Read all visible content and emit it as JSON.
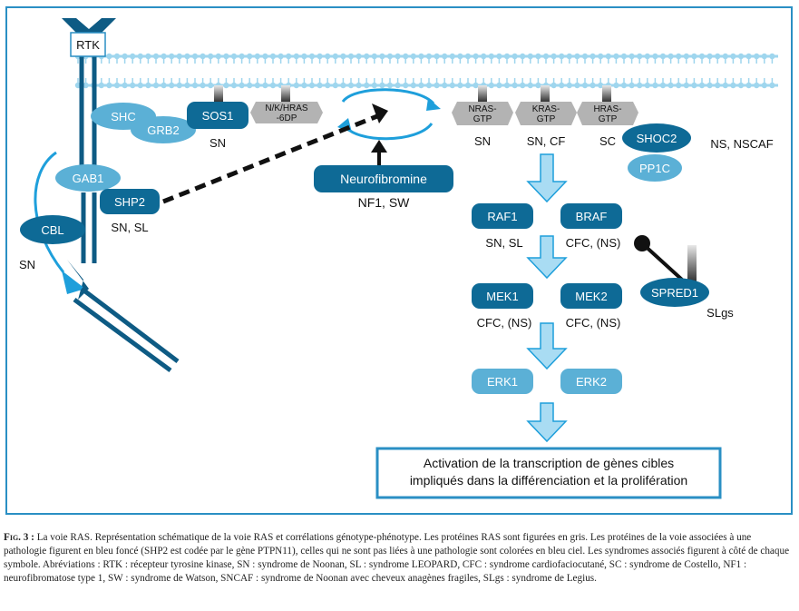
{
  "nodes": {
    "rtk": "RTK",
    "shc": "SHC",
    "grb2": "GRB2",
    "sos1": "SOS1",
    "nkh_ras_6dp": [
      "N/K/HRAS",
      "-6DP"
    ],
    "nras": [
      "NRAS-",
      "GTP"
    ],
    "kras": [
      "KRAS-",
      "GTP"
    ],
    "hras": [
      "HRAS-",
      "GTP"
    ],
    "shoc2": "SHOC2",
    "pp1c": "PP1C",
    "gab1": "GAB1",
    "shp2": "SHP2",
    "cbl": "CBL",
    "neurofibromine": "Neurofibromine",
    "raf1": "RAF1",
    "braf": "BRAF",
    "mek1": "MEK1",
    "mek2": "MEK2",
    "erk1": "ERK1",
    "erk2": "ERK2",
    "spred1": "SPRED1"
  },
  "syndromes": {
    "sos1": "SN",
    "nras": "SN",
    "kras": "SN, CF",
    "hras": "SC",
    "shoc2": "NS, NSCAF",
    "shp2": "SN, SL",
    "cbl": "SN",
    "neurofibromine": "NF1, SW",
    "raf1": "SN, SL",
    "braf": "CFC, (NS)",
    "mek1": "CFC, (NS)",
    "mek2": "CFC, (NS)",
    "spred1": "SLgs"
  },
  "output_box": [
    "Activation de la transcription de gènes cibles",
    "impliqués dans la différenciation et la prolifération"
  ],
  "caption": {
    "fig_label": "Fig. 3 :",
    "text": " La voie RAS. Représentation schématique de la voie RAS et corrélations génotype-phénotype. Les protéines RAS sont figurées en gris. Les protéines de la voie associées à une pathologie figurent en bleu foncé (SHP2 est codée par le gène PTPN11), celles qui ne sont pas liées à une pathologie sont colorées en bleu ciel. Les syndromes associés figurent à côté de chaque symbole. Abréviations : RTK : récepteur tyrosine kinase, SN : syndrome de Noonan, SL : syndrome LEOPARD, CFC : syndrome cardiofaciocutané, SC : syndrome de Costello, NF1 : neurofibromatose type 1, SW : syndrome de Watson, SNCAF : syndrome de Noonan avec cheveux anagènes fragiles, SLgs : syndrome de Legius."
  },
  "colors": {
    "dark_blue": "#0e6a96",
    "light_blue": "#5bb0d6",
    "ras_gray": "#b3b3b3",
    "membrane": "#9fd6ee",
    "arrow_fill": "#a9dcf3",
    "frame": "#2a8fc4"
  }
}
